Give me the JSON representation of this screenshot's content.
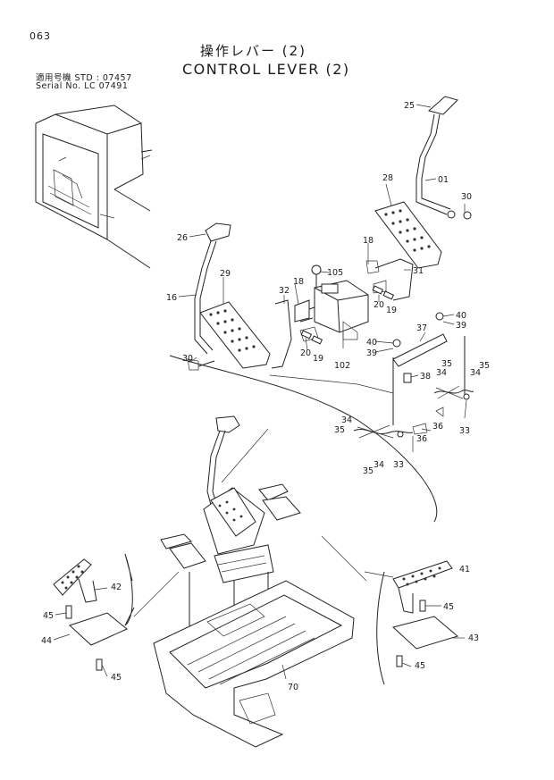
{
  "page_number": "063",
  "title_jp": "操作レバー (2)",
  "title_en": "CONTROL LEVER (2)",
  "serial_line1": "適用号機 STD : 07457",
  "serial_line2": "Serial No. LC    07491",
  "parts": {
    "p25": "25",
    "p01": "01",
    "p30a": "30",
    "p28": "28",
    "p26": "26",
    "p18a": "18",
    "p31": "31",
    "p105": "105",
    "p29": "29",
    "p32": "32",
    "p18b": "18",
    "p20a": "20",
    "p19a": "19",
    "p16": "16",
    "p40a": "40",
    "p39a": "39",
    "p37": "37",
    "p20b": "20",
    "p19b": "19",
    "p30b": "30",
    "p102": "102",
    "p40b": "40",
    "p39b": "39",
    "p38": "38",
    "p35a": "35",
    "p34a": "34",
    "p35b": "35",
    "p34b": "34",
    "p34c": "34",
    "p35c": "35",
    "p36a": "36",
    "p33a": "33",
    "p36b": "36",
    "p35d": "35",
    "p34d": "34",
    "p33b": "33",
    "p41": "41",
    "p42": "42",
    "p45a": "45",
    "p45b": "45",
    "p44": "44",
    "p43": "43",
    "p45c": "45",
    "p45d": "45",
    "p70": "70"
  }
}
